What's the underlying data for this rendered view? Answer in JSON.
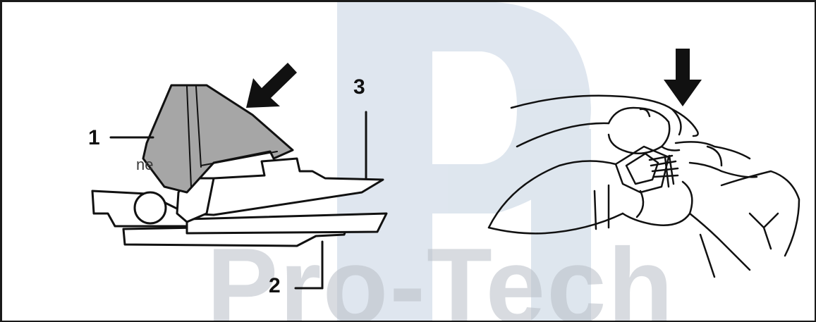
{
  "callouts": {
    "one": "1",
    "two": "2",
    "three": "3"
  },
  "partial_text": "ne",
  "watermark": {
    "logo_letters": "PT",
    "text": "Pro-Tech"
  },
  "colors": {
    "line": "#111111",
    "gray_fill": "#a6a6a6",
    "watermark": "#b9bfc7"
  }
}
